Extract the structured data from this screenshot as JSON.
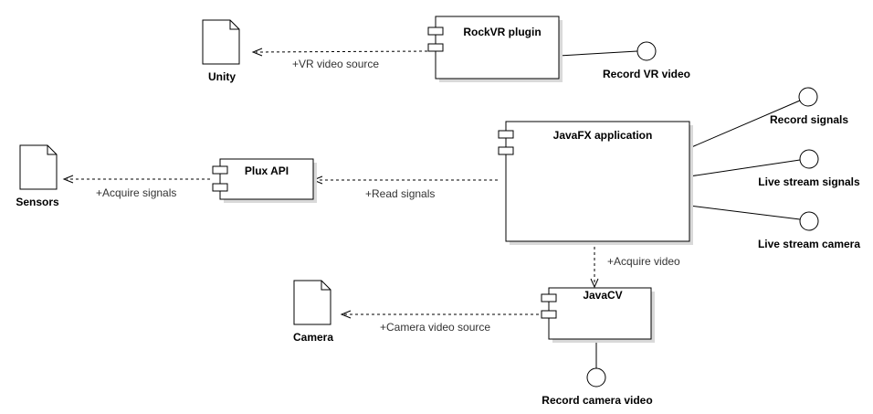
{
  "components": {
    "rockvr": "RockVR plugin",
    "javafx": "JavaFX application",
    "plux": "Plux API",
    "javacv": "JavaCV"
  },
  "artifacts": {
    "unity": "Unity",
    "sensors": "Sensors",
    "camera": "Camera"
  },
  "interfaces": {
    "record_vr_video": "Record VR video",
    "record_signals": "Record signals",
    "live_stream_signals": "Live stream signals",
    "live_stream_camera": "Live stream camera",
    "record_camera_video": "Record camera video"
  },
  "dependencies": {
    "vr_video_source": "+VR video source",
    "acquire_signals": "+Acquire signals",
    "read_signals": "+Read signals",
    "acquire_video": "+Acquire video",
    "camera_video_source": "+Camera video source"
  }
}
